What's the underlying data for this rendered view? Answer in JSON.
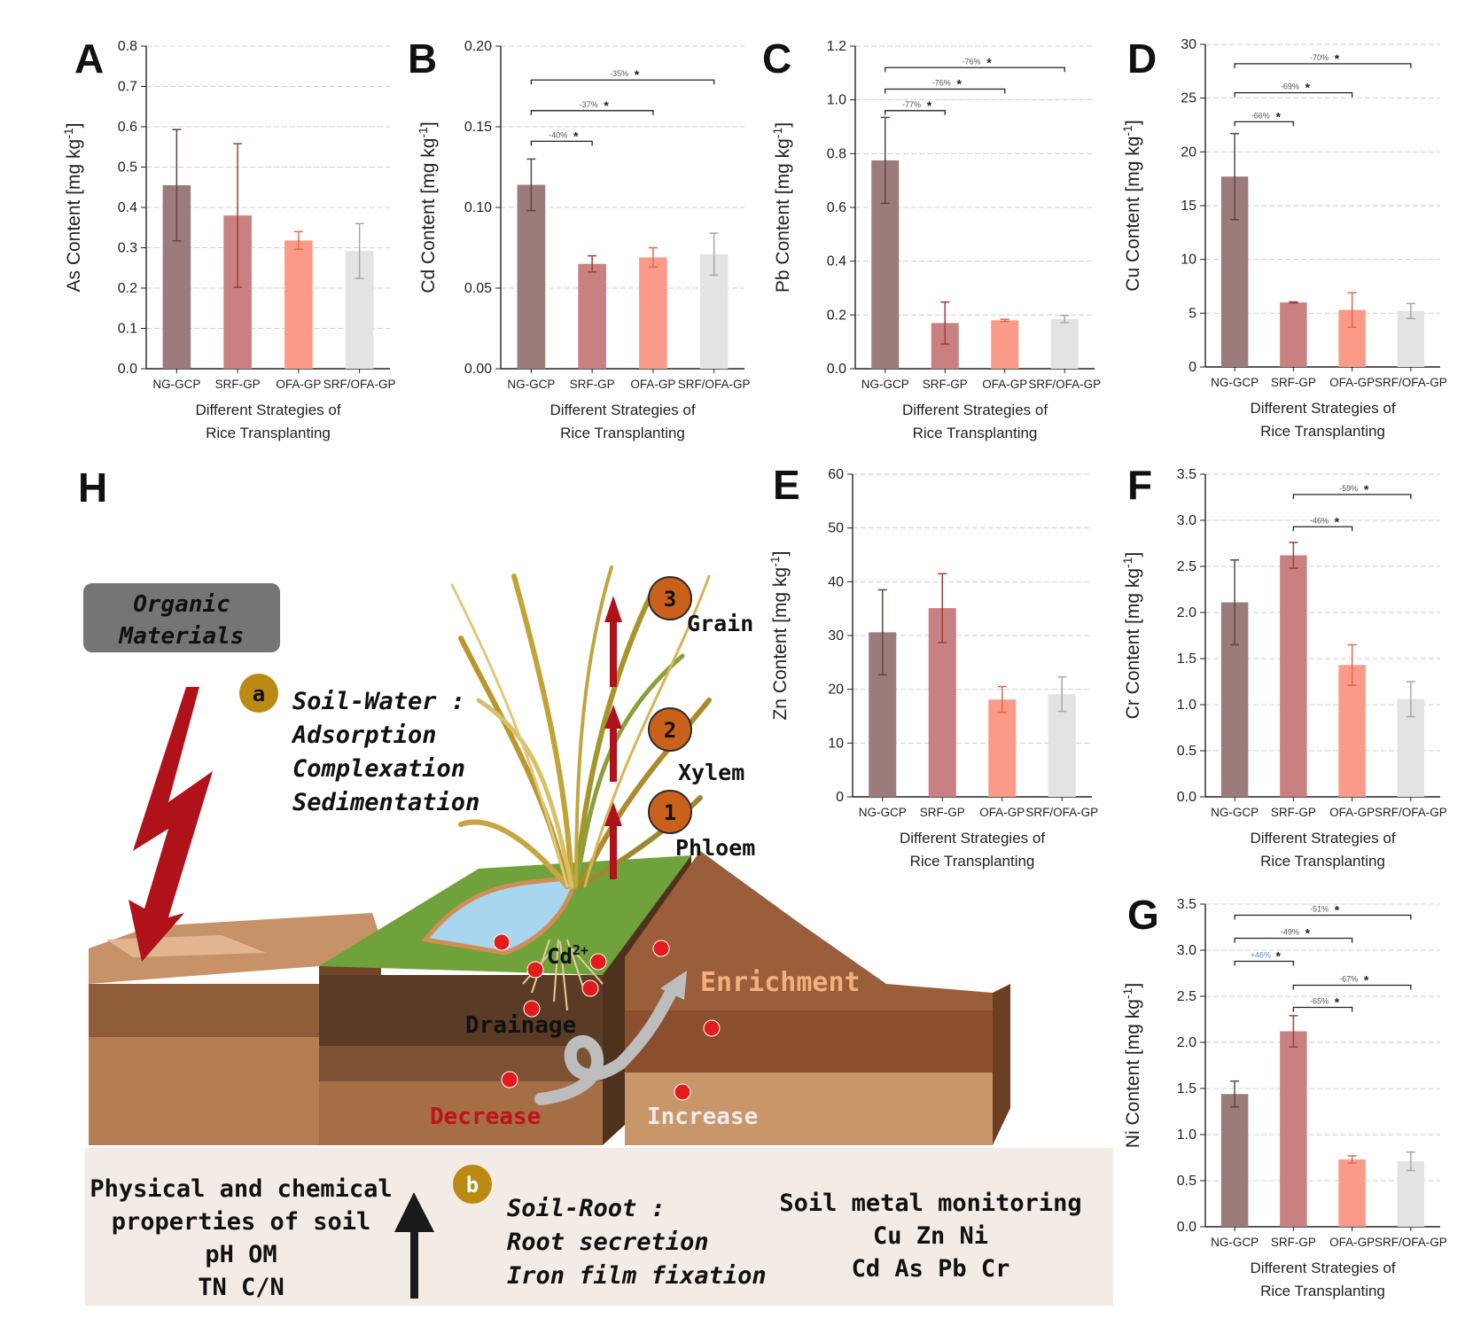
{
  "panel_letters": [
    "A",
    "B",
    "C",
    "D",
    "E",
    "F",
    "G",
    "H"
  ],
  "chart_data": [
    {
      "id": "A",
      "type": "bar",
      "categories": [
        "NG-GCP",
        "SRF-GP",
        "OFA-GP",
        "SRF/OFA-GP"
      ],
      "values": [
        0.455,
        0.38,
        0.318,
        0.292
      ],
      "errors": [
        0.138,
        0.178,
        0.022,
        0.068
      ],
      "ylabel": "As Content [mg kg-1]",
      "ylim": [
        0,
        0.8
      ],
      "yticks": [
        "0.0",
        "0.1",
        "0.2",
        "0.3",
        "0.4",
        "0.5",
        "0.6",
        "0.7",
        "0.8"
      ],
      "xlabel": [
        "Different Strategies of",
        "Rice Transplanting"
      ],
      "brackets": []
    },
    {
      "id": "B",
      "type": "bar",
      "categories": [
        "NG-GCP",
        "SRF-GP",
        "OFA-GP",
        "SRF/OFA-GP"
      ],
      "values": [
        0.114,
        0.065,
        0.069,
        0.071
      ],
      "errors": [
        0.016,
        0.005,
        0.006,
        0.013
      ],
      "ylabel": "Cd Content [mg kg-1]",
      "ylim": [
        0,
        0.2
      ],
      "yticks": [
        "0.00",
        "0.05",
        "0.10",
        "0.15",
        "0.20"
      ],
      "xlabel": [
        "Different Strategies of",
        "Rice Transplanting"
      ],
      "brackets": [
        {
          "from": 0,
          "to": 1,
          "label": "-40%",
          "y": 0.141
        },
        {
          "from": 0,
          "to": 2,
          "label": "-37%",
          "y": 0.16
        },
        {
          "from": 0,
          "to": 3,
          "label": "-35%",
          "y": 0.179
        }
      ]
    },
    {
      "id": "C",
      "type": "bar",
      "categories": [
        "NG-GCP",
        "SRF-GP",
        "OFA-GP",
        "SRF/OFA-GP"
      ],
      "values": [
        0.775,
        0.17,
        0.18,
        0.185
      ],
      "errors": [
        0.16,
        0.078,
        0.004,
        0.013
      ],
      "ylabel": "Pb Content [mg kg-1]",
      "ylim": [
        0,
        1.2
      ],
      "yticks": [
        "0.0",
        "0.2",
        "0.4",
        "0.6",
        "0.8",
        "1.0",
        "1.2"
      ],
      "xlabel": [
        "Different Strategies of",
        "Rice Transplanting"
      ],
      "brackets": [
        {
          "from": 0,
          "to": 1,
          "label": "-77%",
          "y": 0.96
        },
        {
          "from": 0,
          "to": 2,
          "label": "-76%",
          "y": 1.04
        },
        {
          "from": 0,
          "to": 3,
          "label": "-76%",
          "y": 1.12
        }
      ]
    },
    {
      "id": "D",
      "type": "bar",
      "categories": [
        "NG-GCP",
        "SRF-GP",
        "OFA-GP",
        "SRF/OFA-GP"
      ],
      "values": [
        17.7,
        6.0,
        5.3,
        5.2
      ],
      "errors": [
        4.0,
        0.05,
        1.6,
        0.7
      ],
      "ylabel": "Cu Content [mg kg-1]",
      "ylim": [
        0,
        30
      ],
      "yticks": [
        "0",
        "5",
        "10",
        "15",
        "20",
        "25",
        "30"
      ],
      "xlabel": [
        "Different Strategies of",
        "Rice Transplanting"
      ],
      "brackets": [
        {
          "from": 0,
          "to": 1,
          "label": "-66%",
          "y": 22.8
        },
        {
          "from": 0,
          "to": 2,
          "label": "-69%",
          "y": 25.5
        },
        {
          "from": 0,
          "to": 3,
          "label": "-70%",
          "y": 28.2
        }
      ]
    },
    {
      "id": "E",
      "type": "bar",
      "categories": [
        "NG-GCP",
        "SRF-GP",
        "OFA-GP",
        "SRF/OFA-GP"
      ],
      "values": [
        30.6,
        35.1,
        18.1,
        19.1
      ],
      "errors": [
        7.9,
        6.4,
        2.4,
        3.2
      ],
      "ylabel": "Zn Content [mg kg-1]",
      "ylim": [
        0,
        60
      ],
      "yticks": [
        "0",
        "10",
        "20",
        "30",
        "40",
        "50",
        "60"
      ],
      "xlabel": [
        "Different Strategies of",
        "Rice Transplanting"
      ],
      "brackets": []
    },
    {
      "id": "F",
      "type": "bar",
      "categories": [
        "NG-GCP",
        "SRF-GP",
        "OFA-GP",
        "SRF/OFA-GP"
      ],
      "values": [
        2.11,
        2.62,
        1.43,
        1.06
      ],
      "errors": [
        0.46,
        0.14,
        0.22,
        0.19
      ],
      "ylabel": "Cr Content [mg kg-1]",
      "ylim": [
        0,
        3.5
      ],
      "yticks": [
        "0.0",
        "0.5",
        "1.0",
        "1.5",
        "2.0",
        "2.5",
        "3.0",
        "3.5"
      ],
      "xlabel": [
        "Different Strategies of",
        "Rice Transplanting"
      ],
      "brackets": [
        {
          "from": 1,
          "to": 2,
          "label": "-46%",
          "y": 2.93
        },
        {
          "from": 1,
          "to": 3,
          "label": "-59%",
          "y": 3.28
        }
      ]
    },
    {
      "id": "G",
      "type": "bar",
      "categories": [
        "NG-GCP",
        "SRF-GP",
        "OFA-GP",
        "SRF/OFA-GP"
      ],
      "values": [
        1.44,
        2.12,
        0.73,
        0.71
      ],
      "errors": [
        0.14,
        0.17,
        0.04,
        0.1
      ],
      "ylabel": "Ni Content [mg kg-1]",
      "ylim": [
        0,
        3.5
      ],
      "yticks": [
        "0.0",
        "0.5",
        "1.0",
        "1.5",
        "2.0",
        "2.5",
        "3.0",
        "3.5"
      ],
      "xlabel": [
        "Different Strategies of",
        "Rice Transplanting"
      ],
      "brackets": [
        {
          "from": 0,
          "to": 1,
          "label": "+46%",
          "y": 2.88,
          "color": "#5b8fc0"
        },
        {
          "from": 0,
          "to": 2,
          "label": "-49%",
          "y": 3.13
        },
        {
          "from": 0,
          "to": 3,
          "label": "-51%",
          "y": 3.38
        },
        {
          "from": 1,
          "to": 2,
          "label": "-65%",
          "y": 2.38
        },
        {
          "from": 1,
          "to": 3,
          "label": "-67%",
          "y": 2.62
        }
      ]
    }
  ],
  "bar_colors": [
    "#9c7b7b",
    "#c98080",
    "#fb9a88",
    "#e3e3e3"
  ],
  "err_colors": [
    "#5e4545",
    "#a53c3c",
    "#e2694a",
    "#a8a8a8"
  ],
  "diagram": {
    "organic_materials": "Organic\nMaterials",
    "a_badge": "a",
    "b_badge": "b",
    "soil_water_title": "Soil-Water :",
    "soil_water_items": [
      "Adsorption",
      "Complexation",
      "Sedimentation"
    ],
    "stage_numbers": [
      "1",
      "2",
      "3"
    ],
    "stage_labels": [
      "Phloem",
      "Xylem",
      "Grain"
    ],
    "cd_label": "Cd2+",
    "drainage": "Drainage",
    "decrease": "Decrease",
    "increase": "Increase",
    "enrichment": "Enrichment",
    "soil_props": [
      "Physical and chemical",
      "properties of soil",
      "pH   OM",
      "TN   C/N"
    ],
    "soil_root_title": "Soil-Root :",
    "soil_root_items": [
      "Root secretion",
      "Iron film fixation"
    ],
    "monitoring": [
      "Soil metal monitoring",
      "Cu Zn Ni",
      "Cd As Pb Cr"
    ]
  }
}
